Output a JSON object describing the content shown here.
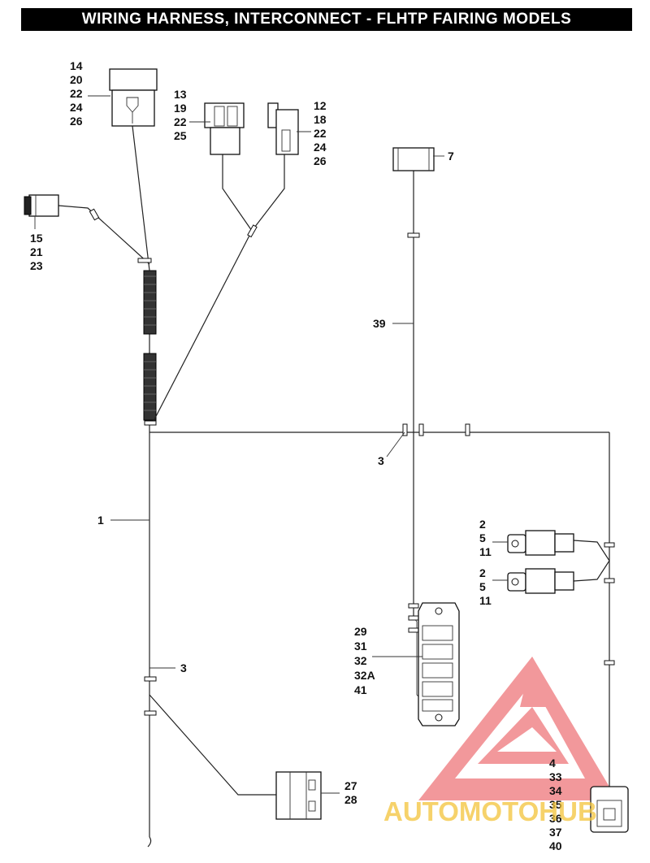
{
  "title": "WIRING HARNESS, INTERCONNECT - FLHTP FAIRING MODELS",
  "callouts": {
    "c14": [
      "14",
      "20",
      "22",
      "24",
      "26"
    ],
    "c13": [
      "13",
      "19",
      "22",
      "25"
    ],
    "c12": [
      "12",
      "18",
      "22",
      "24",
      "26"
    ],
    "c7": "7",
    "c15": [
      "15",
      "21",
      "23"
    ],
    "c39": "39",
    "c3a": "3",
    "c1": "1",
    "c2a": [
      "2",
      "5",
      "11"
    ],
    "c2b": [
      "2",
      "5",
      "11"
    ],
    "c3b": "3",
    "c29": [
      "29",
      "31",
      "32",
      "32A",
      "41"
    ],
    "c27": [
      "27",
      "28"
    ],
    "c4": [
      "4",
      "33",
      "34",
      "35",
      "36",
      "37",
      "40"
    ]
  },
  "watermark": {
    "text": "AUTOMOTOHUB",
    "colors": {
      "red": "#e8444a",
      "yellow": "#f3c43a"
    }
  }
}
